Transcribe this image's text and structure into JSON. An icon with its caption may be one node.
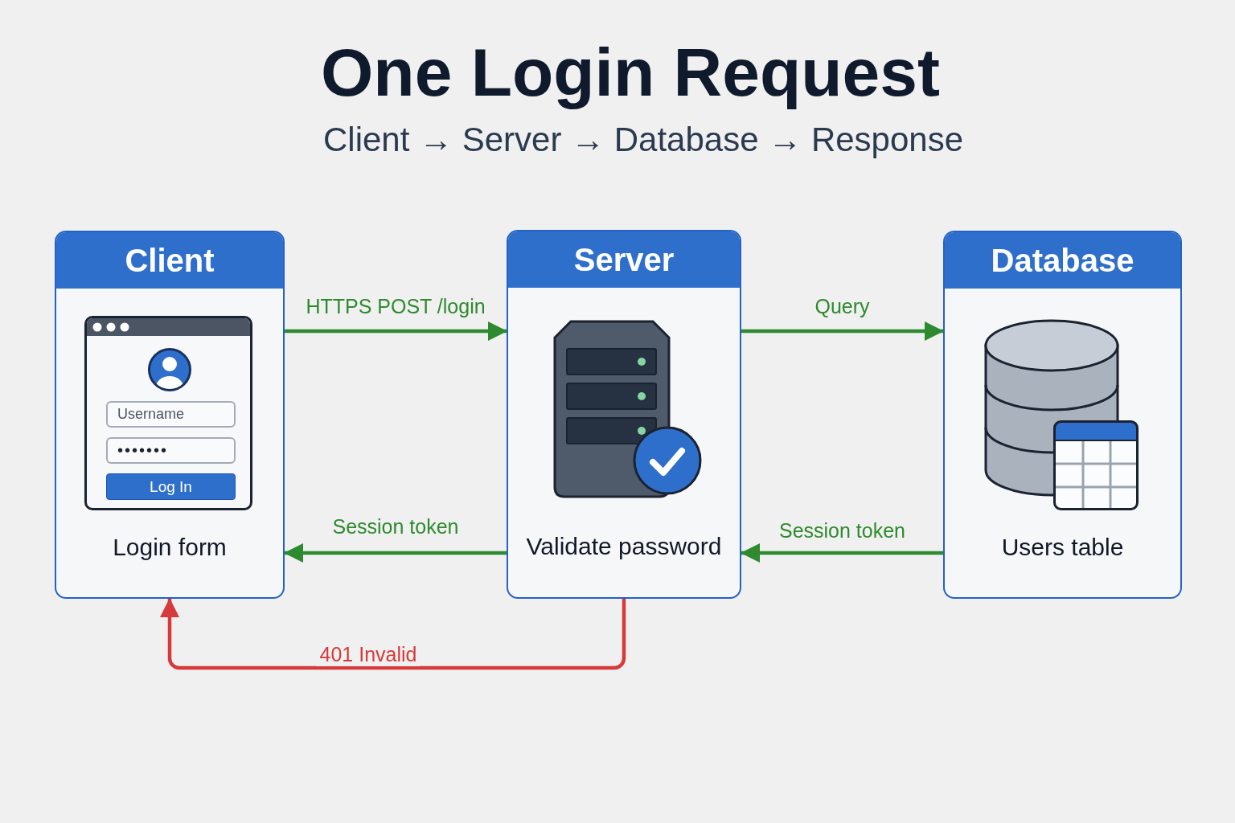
{
  "diagram": {
    "title": "One Login Request",
    "nodes": [
      {
        "text": [
          "Client",
          "Login form"
        ]
      },
      {
        "text": [
          "Server",
          "Validate password"
        ]
      },
      {
        "text": [
          "Database",
          "Users table"
        ]
      }
    ],
    "edges": [
      {
        "from": 0,
        "to": 1,
        "arrow": "to",
        "label": "HTTPS POST /login"
      },
      {
        "from": 1,
        "to": 2,
        "arrow": "to",
        "label": "Query"
      },
      {
        "from": 2,
        "to": 1,
        "arrow": "to",
        "label": "Session token"
      },
      {
        "from": 1,
        "to": 0,
        "arrow": "to",
        "label": "Session token"
      },
      {
        "from": 1,
        "to": 0,
        "arrow": "to",
        "label": "401 Invalid",
        "color": "#d63a3a"
      }
    ],
    "labels": [
      "Client → Server → Database → Response",
      "Username",
      "•••••••",
      "Log In"
    ]
  }
}
